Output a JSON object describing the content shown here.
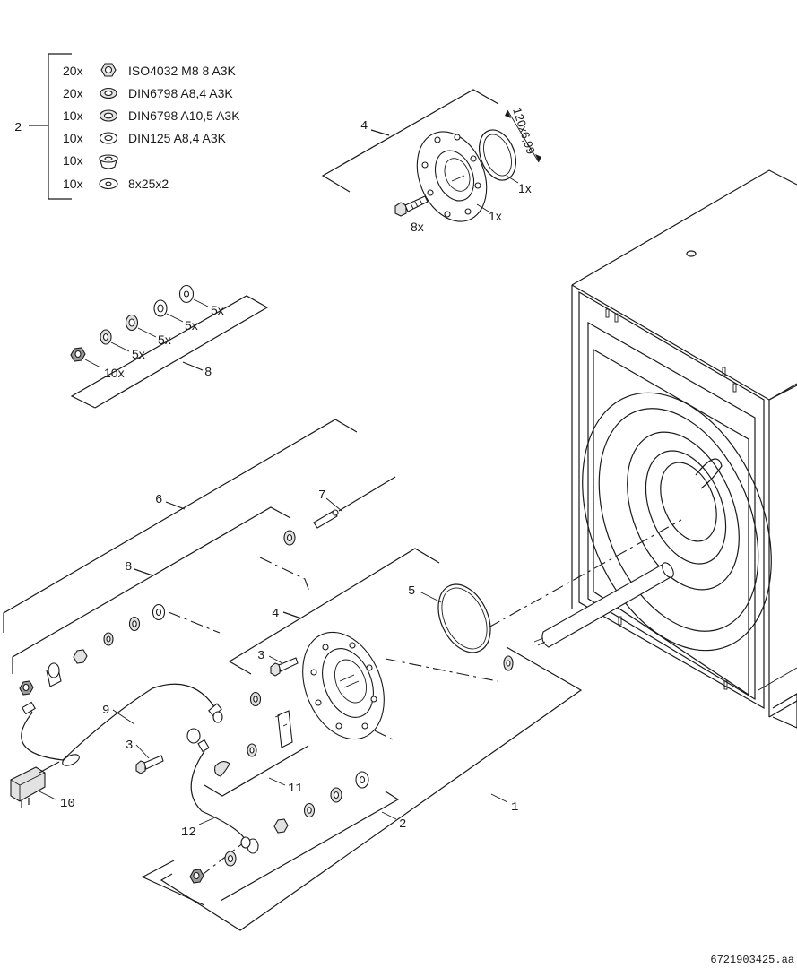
{
  "legend": {
    "bracket_label": "2",
    "rows": [
      {
        "qty": "20x",
        "icon": "nut-icon",
        "spec": "ISO4032 M8 8 A3K"
      },
      {
        "qty": "20x",
        "icon": "lock-washer-icon",
        "spec": "DIN6798 A8,4 A3K"
      },
      {
        "qty": "10x",
        "icon": "lock-washer-icon",
        "spec": "DIN6798 A10,5 A3K"
      },
      {
        "qty": "10x",
        "icon": "flat-washer-icon",
        "spec": "DIN125 A8,4 A3K"
      },
      {
        "qty": "10x",
        "icon": "cup-washer-icon",
        "spec": ""
      },
      {
        "qty": "10x",
        "icon": "thin-washer-icon",
        "spec": "8x25x2"
      }
    ]
  },
  "kit4": {
    "label": "4",
    "gasket_size": "120x6,99",
    "qty_ring": "1x",
    "qty_flange": "1x",
    "qty_bolts": "8x"
  },
  "kit8": {
    "label": "8",
    "qtys": [
      "10x",
      "5x",
      "5x",
      "5x",
      "5x"
    ]
  },
  "callouts": {
    "c1": "1",
    "c2": "2",
    "c3a": "3",
    "c3b": "3",
    "c4": "4",
    "c5": "5",
    "c6": "6",
    "c7": "7",
    "c8": "8",
    "c9": "9",
    "c10": "10",
    "c11": "11",
    "c12": "12"
  },
  "drawing_number": "6721903425.aa"
}
